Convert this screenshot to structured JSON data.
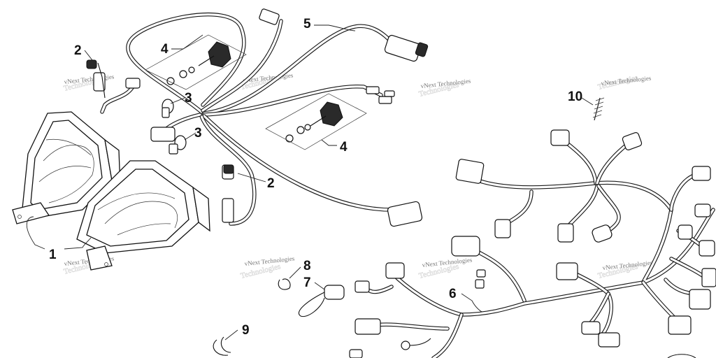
{
  "diagram": {
    "callouts": [
      {
        "id": "1",
        "text": "1"
      },
      {
        "id": "2a",
        "text": "2"
      },
      {
        "id": "2b",
        "text": "2"
      },
      {
        "id": "3a",
        "text": "3"
      },
      {
        "id": "3b",
        "text": "3"
      },
      {
        "id": "4a",
        "text": "4"
      },
      {
        "id": "4b",
        "text": "4"
      },
      {
        "id": "5",
        "text": "5"
      },
      {
        "id": "6",
        "text": "6"
      },
      {
        "id": "7",
        "text": "7"
      },
      {
        "id": "8",
        "text": "8"
      },
      {
        "id": "9",
        "text": "9"
      },
      {
        "id": "10",
        "text": "10"
      }
    ],
    "watermark": "vNext Technologies",
    "watermark_ghost": "Technologies"
  }
}
